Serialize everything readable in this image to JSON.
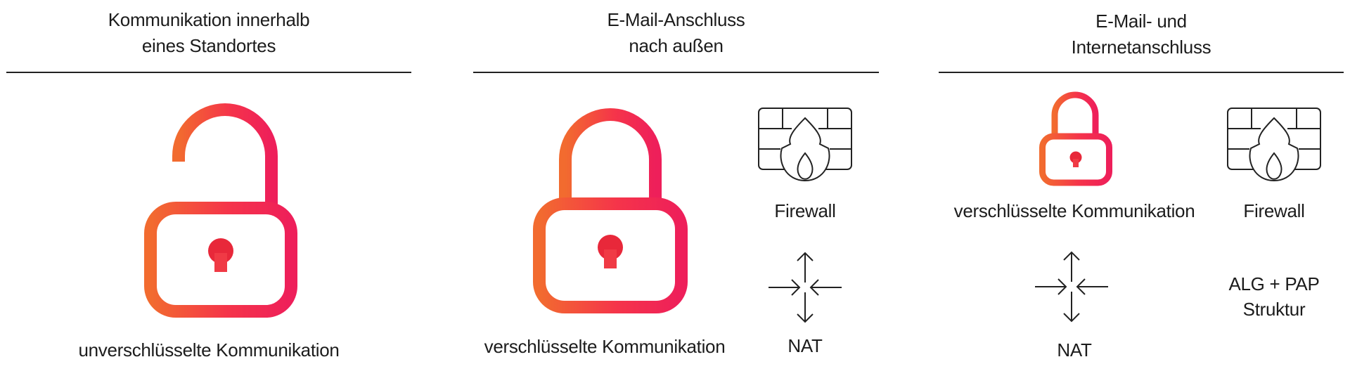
{
  "colors": {
    "lock_gradient_start": "#F26B2F",
    "lock_gradient_mid": "#F5344A",
    "lock_gradient_end": "#EE1F5A",
    "keyhole": "#E8283A",
    "text": "#1c1c1c",
    "icon_stroke": "#222222"
  },
  "columns": [
    {
      "title_line1": "Kommunikation innerhalb",
      "title_line2": "eines Standortes",
      "items": [
        {
          "icon": "unlocked-padlock-icon",
          "label": "unverschlüsselte Kommunikation"
        }
      ]
    },
    {
      "title_line1": "E-Mail-Anschluss",
      "title_line2": "nach außen",
      "items": [
        {
          "icon": "locked-padlock-icon",
          "label": "verschlüsselte Kommunikation"
        },
        {
          "icon": "firewall-icon",
          "label": "Firewall"
        },
        {
          "icon": "nat-arrows-icon",
          "label": "NAT"
        }
      ]
    },
    {
      "title_line1": "E-Mail- und",
      "title_line2": "Internetanschluss",
      "items": [
        {
          "icon": "locked-padlock-icon",
          "label": "verschlüsselte Kommunikation"
        },
        {
          "icon": "firewall-icon",
          "label": "Firewall"
        },
        {
          "icon": "nat-arrows-icon",
          "label": "NAT"
        },
        {
          "icon": "none",
          "label_line1": "ALG + PAP",
          "label_line2": "Struktur"
        }
      ]
    }
  ]
}
